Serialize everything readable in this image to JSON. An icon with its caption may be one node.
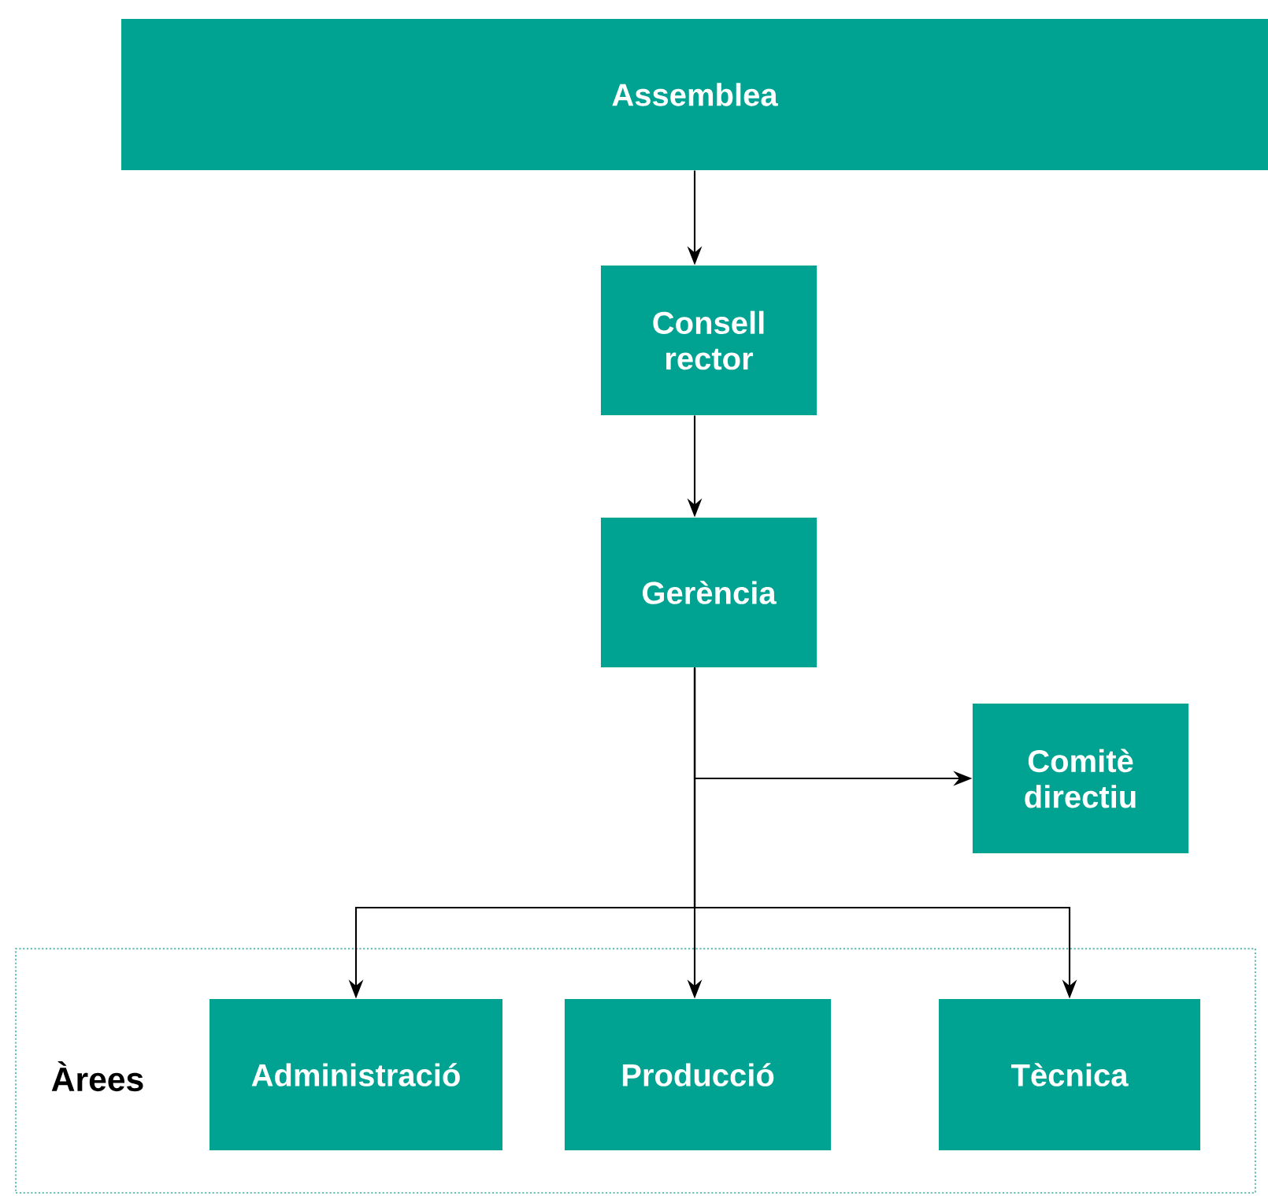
{
  "diagram": {
    "nodes": [
      {
        "text": [
          "Assemblea"
        ]
      },
      {
        "text": [
          "Consell rector"
        ]
      },
      {
        "text": [
          "Gerència"
        ]
      },
      {
        "text": [
          "Comitè directiu"
        ]
      },
      {
        "text": [
          "Àrees"
        ]
      },
      {
        "text": [
          "Administració"
        ],
        "in": 4
      },
      {
        "text": [
          "Producció"
        ],
        "in": 4
      },
      {
        "text": [
          "Tècnica"
        ],
        "in": 4
      }
    ],
    "edges": [
      {
        "from": 0,
        "to": 1,
        "arrow": "to"
      },
      {
        "from": 1,
        "to": 2,
        "arrow": "to"
      },
      {
        "from": 2,
        "to": 3,
        "arrow": "to"
      },
      {
        "from": 2,
        "to": 5,
        "arrow": "to"
      },
      {
        "from": 2,
        "to": 6,
        "arrow": "to"
      },
      {
        "from": 2,
        "to": 7,
        "arrow": "to"
      }
    ]
  }
}
